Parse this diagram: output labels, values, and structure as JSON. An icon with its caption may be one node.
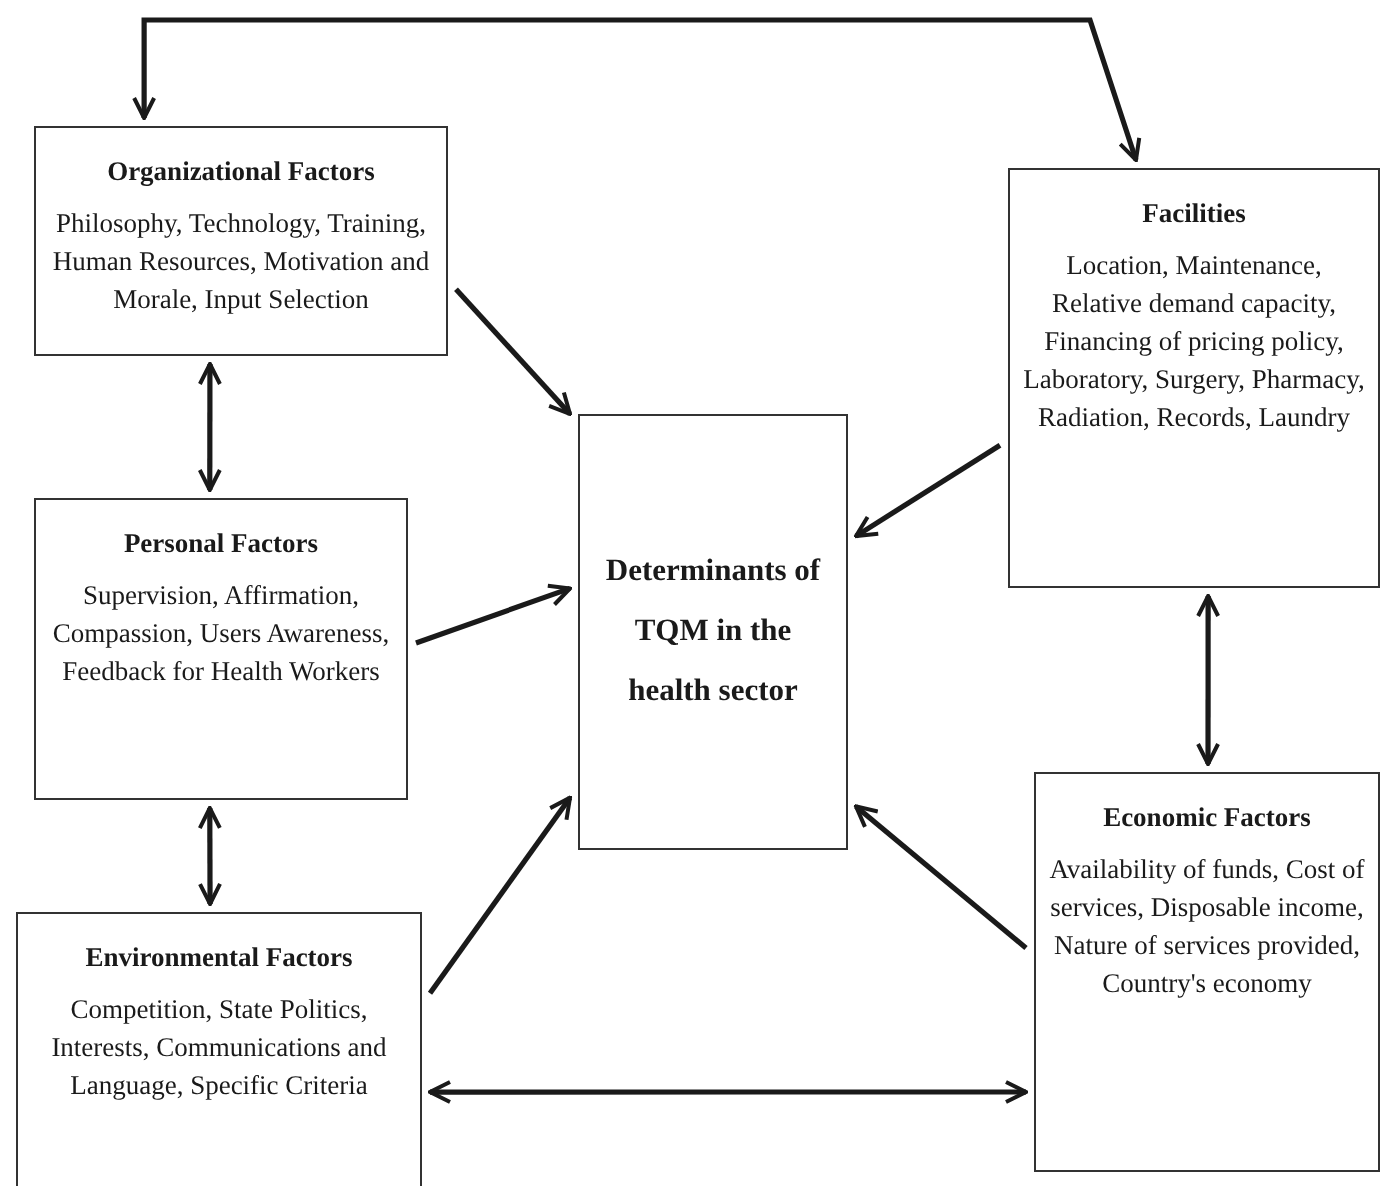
{
  "diagram": {
    "nodes": [
      {
        "text": [
          "Organizational Factors",
          "Philosophy, Technology, Training, Human Resources, Motivation and Morale, Input Selection"
        ]
      },
      {
        "text": [
          "Personal Factors",
          "Supervision, Affirmation, Compassion, Users Awareness, Feedback for Health Workers"
        ]
      },
      {
        "text": [
          "Environmental Factors",
          "Competition, State Politics, Interests, Communications and Language, Specific Criteria"
        ]
      },
      {
        "text": [
          "Determinants of TQM in the health sector"
        ]
      },
      {
        "text": [
          "Facilities",
          "Location, Maintenance, Relative demand capacity, Financing of pricing policy, Laboratory, Surgery, Pharmacy, Radiation, Records, Laundry"
        ]
      },
      {
        "text": [
          "Economic Factors",
          "Availability of funds, Cost of services, Disposable income, Nature of services provided, Country's economy"
        ]
      }
    ],
    "edges": [
      {
        "from": 0,
        "to": 3,
        "arrow": "to"
      },
      {
        "from": 1,
        "to": 3,
        "arrow": "to"
      },
      {
        "from": 2,
        "to": 3,
        "arrow": "to"
      },
      {
        "from": 4,
        "to": 3,
        "arrow": "to"
      },
      {
        "from": 5,
        "to": 3,
        "arrow": "to"
      },
      {
        "from": 0,
        "to": 1,
        "arrow": "both"
      },
      {
        "from": 1,
        "to": 2,
        "arrow": "both"
      },
      {
        "from": 4,
        "to": 5,
        "arrow": "both"
      },
      {
        "from": 2,
        "to": 5,
        "arrow": "both"
      },
      {
        "from": 0,
        "to": 4,
        "arrow": "both"
      }
    ]
  }
}
